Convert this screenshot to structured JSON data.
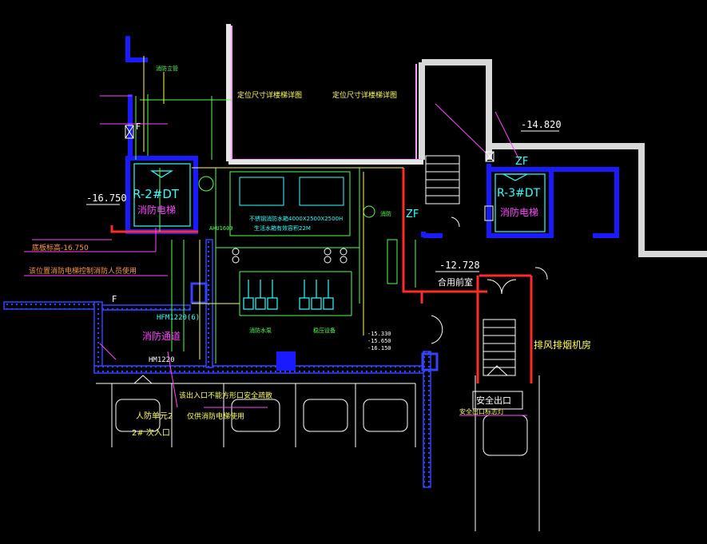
{
  "colors": {
    "background": "#000000",
    "wall_blue": "#1a1aff",
    "wall_hatch": "#3344ff",
    "wall_white": "#e8e8e8",
    "wall_gray": "#cfcfcf",
    "wall_pink": "#ff99ff",
    "red_line": "#ff2a2a",
    "cyan": "#33ffff",
    "green": "#55ff55",
    "yellow": "#ffff55",
    "magenta": "#ff44ff",
    "white": "#ffffff"
  },
  "labels": {
    "elevator_left_tag": "R-2#DT",
    "elevator_left_name": "消防电梯",
    "elevator_right_tag": "R-3#DT",
    "elevator_right_name": "消防电梯",
    "level_left": "-16.750",
    "level_right_top": "-14.820",
    "level_mid": "-12.728",
    "zf_top": "ZF",
    "zf_mid": "ZF",
    "front_room": "合用前室",
    "exhaust_room": "排风排烟机房",
    "safety_exit": "安全出口",
    "fire_exit_corridor": "消防通道",
    "door_hfm": "HFM1220(6)",
    "door_hm": "HM1220",
    "note_floor_level": "底板标高-16.750",
    "note_elevator_pit": "该位置消防电梯控制消防人员使用",
    "note_blocked_entrance": "该出入口不能方形口安全疏散",
    "note_fire_lift": "仅供消防电梯使用",
    "note_duct_top_left": "定位尺寸详楼梯详图",
    "note_duct_top_right": "定位尺寸详楼梯详图",
    "note_tank": "不锈钢消防水箱4000X2500X2500H",
    "note_tank2": "生活水箱有效容积22M",
    "note_pump_label": "消防水泵",
    "note_pump_label2": "稳压设备",
    "note_outlet": "消防",
    "note_exit_unit": "人防单元2",
    "note_exit_unit2": "2# 次入口",
    "note_fire_pipe": "消防立管",
    "note_f_left": "F",
    "note_f_mid": "F",
    "note_ahu": "AHU1600",
    "note_levels_1": "-15.330",
    "note_levels_2": "-15.650",
    "note_levels_3": "-16.150",
    "note_signage": "安全出口标志灯"
  }
}
